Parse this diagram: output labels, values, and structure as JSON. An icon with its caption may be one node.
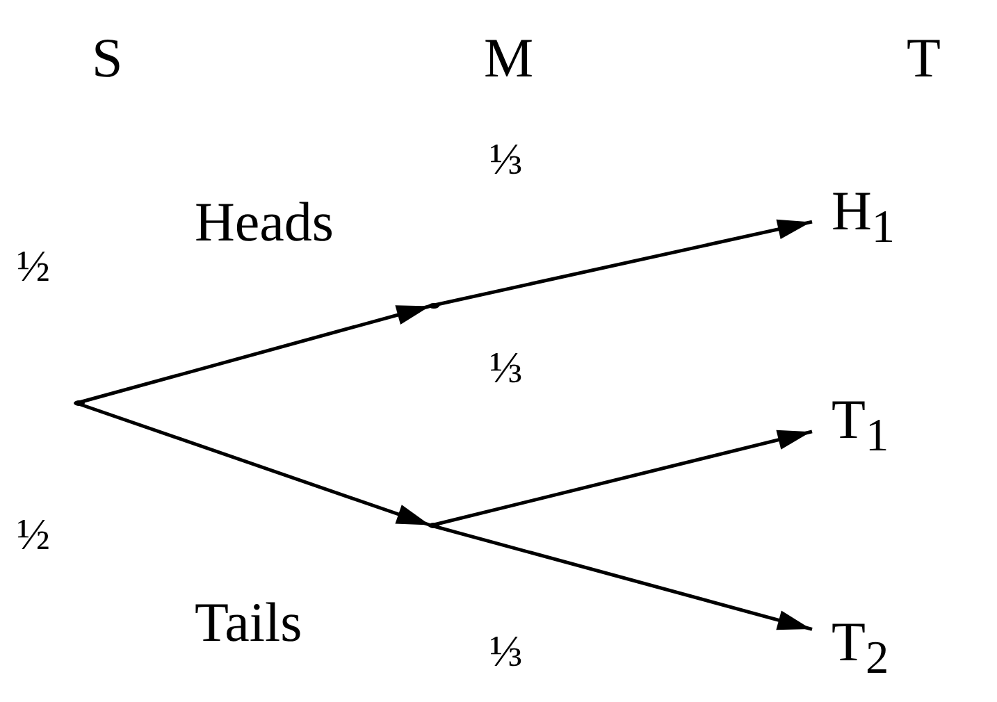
{
  "diagram": {
    "nodes": [
      {
        "text": [],
        "shape": "point"
      },
      {
        "text": [],
        "shape": "point"
      },
      {
        "text": [],
        "shape": "point"
      },
      {
        "text": [
          "H$_{1}$"
        ]
      },
      {
        "text": [
          "T$_{1}$"
        ]
      },
      {
        "text": [
          "T$_{2}$"
        ]
      }
    ],
    "edges": [
      {
        "from": 0,
        "to": 1,
        "arrow": "to"
      },
      {
        "from": 0,
        "to": 2,
        "arrow": "to"
      },
      {
        "from": 1,
        "to": 3,
        "arrow": "to"
      },
      {
        "from": 2,
        "to": 4,
        "arrow": "to"
      },
      {
        "from": 2,
        "to": 5,
        "arrow": "to"
      }
    ],
    "labels": [
      "S",
      "M",
      "T",
      "⅓",
      "Heads",
      "½",
      "⅓",
      "½",
      "Tails",
      "⅓"
    ]
  }
}
